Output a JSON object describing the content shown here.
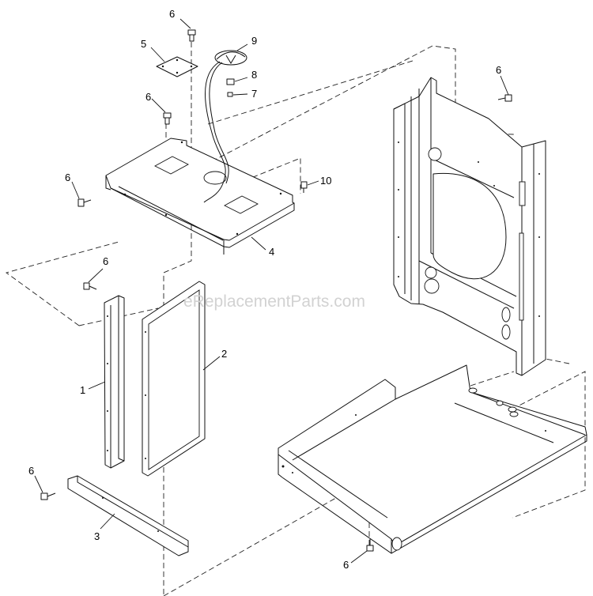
{
  "watermark": "eReplacementParts.com",
  "callouts": {
    "c6_top": "6",
    "c5": "5",
    "c9": "9",
    "c8": "8",
    "c7": "7",
    "c6_mid": "6",
    "c6_left": "6",
    "c10": "10",
    "c4": "4",
    "c6_panel": "6",
    "c2": "2",
    "c1": "1",
    "c6_bottom_left": "6",
    "c3": "3",
    "c6_right": "6",
    "c6_bottom": "6"
  }
}
